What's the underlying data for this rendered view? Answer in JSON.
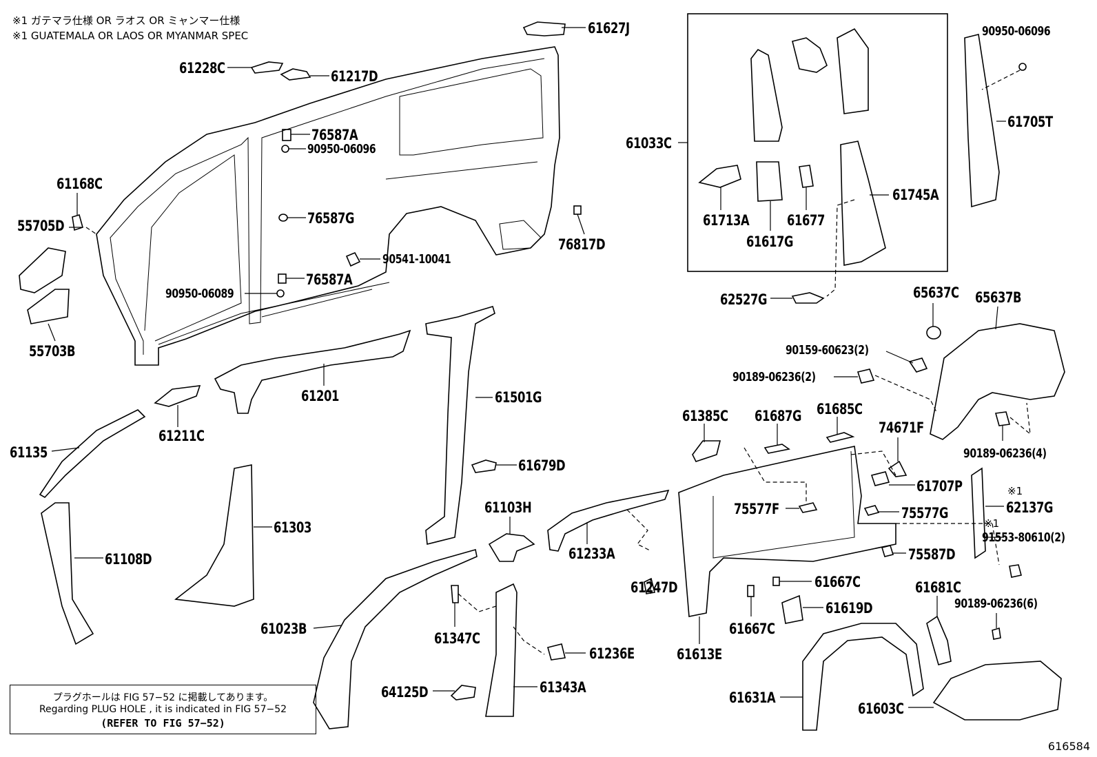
{
  "notes": {
    "spec_jp": "※1 ガテマラ仕様 OR ラオス OR ミャンマー仕様",
    "spec_en": "※1 GUATEMALA OR LAOS OR MYANMAR SPEC",
    "plug_jp": "プラグホールは FIG 57−52 に掲載してあります。",
    "plug_en": "Regarding PLUG HOLE , it is indicated in FIG 57−52",
    "refer": "(REFER TO FIG 57−52)",
    "mark1": "※1",
    "mark2": "※1"
  },
  "figure_number": "616584",
  "labels": [
    {
      "id": "61627J",
      "text": "61627J"
    },
    {
      "id": "61228C",
      "text": "61228C"
    },
    {
      "id": "61217D",
      "text": "61217D"
    },
    {
      "id": "76587A_1",
      "text": "76587A"
    },
    {
      "id": "90950-06096_1",
      "text": "90950-06096"
    },
    {
      "id": "61168C",
      "text": "61168C"
    },
    {
      "id": "55705D",
      "text": "55705D"
    },
    {
      "id": "76587G",
      "text": "76587G"
    },
    {
      "id": "90541-10041",
      "text": "90541-10041"
    },
    {
      "id": "76817D",
      "text": "76817D"
    },
    {
      "id": "76587A_2",
      "text": "76587A"
    },
    {
      "id": "90950-06089",
      "text": "90950-06089"
    },
    {
      "id": "55703B",
      "text": "55703B"
    },
    {
      "id": "61033C",
      "text": "61033C"
    },
    {
      "id": "61713A",
      "text": "61713A"
    },
    {
      "id": "61677",
      "text": "61677"
    },
    {
      "id": "61617G",
      "text": "61617G"
    },
    {
      "id": "61745A",
      "text": "61745A"
    },
    {
      "id": "62527G",
      "text": "62527G"
    },
    {
      "id": "90950-06096_2",
      "text": "90950-06096"
    },
    {
      "id": "61705T",
      "text": "61705T"
    },
    {
      "id": "65637C",
      "text": "65637C"
    },
    {
      "id": "65637B",
      "text": "65637B"
    },
    {
      "id": "90159-60623",
      "text": "90159-60623(2)"
    },
    {
      "id": "90189-06236_2",
      "text": "90189-06236(2)"
    },
    {
      "id": "90189-06236_4",
      "text": "90189-06236(4)"
    },
    {
      "id": "61201",
      "text": "61201"
    },
    {
      "id": "61501G",
      "text": "61501G"
    },
    {
      "id": "61211C",
      "text": "61211C"
    },
    {
      "id": "61135",
      "text": "61135"
    },
    {
      "id": "61679D",
      "text": "61679D"
    },
    {
      "id": "61385C",
      "text": "61385C"
    },
    {
      "id": "61687G",
      "text": "61687G"
    },
    {
      "id": "61685C",
      "text": "61685C"
    },
    {
      "id": "74671F",
      "text": "74671F"
    },
    {
      "id": "61707P",
      "text": "61707P"
    },
    {
      "id": "62137G",
      "text": "62137G"
    },
    {
      "id": "75577F",
      "text": "75577F"
    },
    {
      "id": "75577G",
      "text": "75577G"
    },
    {
      "id": "91553-80610",
      "text": "91553-80610(2)"
    },
    {
      "id": "61303",
      "text": "61303"
    },
    {
      "id": "61103H",
      "text": "61103H"
    },
    {
      "id": "61233A",
      "text": "61233A"
    },
    {
      "id": "61108D",
      "text": "61108D"
    },
    {
      "id": "75587D",
      "text": "75587D"
    },
    {
      "id": "61247D",
      "text": "61247D"
    },
    {
      "id": "61667C_1",
      "text": "61667C"
    },
    {
      "id": "61681C",
      "text": "61681C"
    },
    {
      "id": "90189-06236_6",
      "text": "90189-06236(6)"
    },
    {
      "id": "61023B",
      "text": "61023B"
    },
    {
      "id": "61347C",
      "text": "61347C"
    },
    {
      "id": "61236E",
      "text": "61236E"
    },
    {
      "id": "61613E",
      "text": "61613E"
    },
    {
      "id": "61667C_2",
      "text": "61667C"
    },
    {
      "id": "61619D",
      "text": "61619D"
    },
    {
      "id": "64125D",
      "text": "64125D"
    },
    {
      "id": "61343A",
      "text": "61343A"
    },
    {
      "id": "61631A",
      "text": "61631A"
    },
    {
      "id": "61603C",
      "text": "61603C"
    }
  ]
}
